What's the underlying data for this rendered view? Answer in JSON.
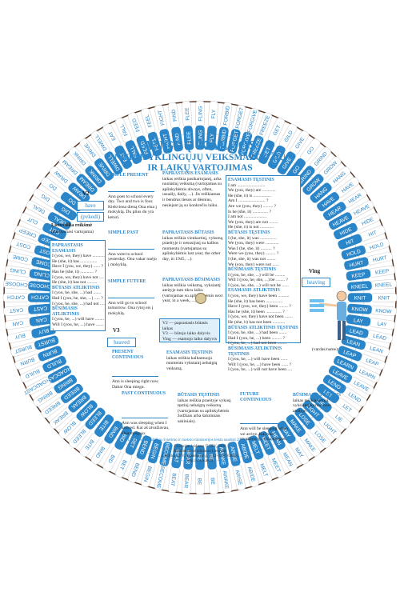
{
  "title": {
    "main": "ANGLŲ KALBOS",
    "line2": "NETAISYKLINGŲJŲ VEIKSMAŽODŽIŲ",
    "line3": "IR LAIKŲ VARTOJIMAS"
  },
  "wheel": {
    "colors": {
      "tab": "#2a86c9",
      "tab_text": "#ffffff",
      "outer": "#ffffff",
      "outer_text": "#2a86c9",
      "rim": "#5a3a2a"
    },
    "outer_words": [
      "BE",
      "BEAR",
      "BEAT",
      "BECOME",
      "BEGIN",
      "BEND",
      "BET",
      "BID",
      "BIND",
      "BITE",
      "BLEED",
      "BLOW",
      "BREAK",
      "BREED",
      "BRING",
      "BROADCAST",
      "BUILD",
      "BURN",
      "BURST",
      "BUY",
      "CAN",
      "CAST",
      "CATCH",
      "CHOOSE",
      "CLING",
      "COME",
      "COST",
      "CREEP",
      "CUT",
      "DEAL",
      "DIG",
      "DO",
      "DRAW",
      "DREAM",
      "DRINK",
      "DRIVE",
      "DWELL",
      "EAT",
      "FALL",
      "FEED",
      "FEEL",
      "FIGHT",
      "FIND",
      "FLEE",
      "FLING",
      "FLY",
      "FORBID",
      "FORGET",
      "FORGIVE",
      "FREEZE",
      "GET",
      "GILD",
      "GIVE",
      "GO",
      "GRIND",
      "GROW",
      "HANG",
      "HAVE",
      "HEAR",
      "HEAVE",
      "HIDE",
      "HIT",
      "HOLD",
      "HURT",
      "KEEP",
      "KNEEL",
      "KNIT",
      "KNOW",
      "LAY",
      "LEAD",
      "LEAN",
      "LEAP",
      "LEARN",
      "LEAVE",
      "LEND",
      "LET",
      "LIE",
      "LIGHT",
      "LOSE",
      "MAKE",
      "MAY",
      "MEAN",
      "MEET",
      "MELT",
      "ABIDE",
      "ARISE",
      "AWAKE",
      "BE"
    ],
    "inner_words": [
      "BE",
      "BEAR",
      "BEAT",
      "BECOME",
      "BEGIN",
      "BEND",
      "BET",
      "BID",
      "BIND",
      "BITE",
      "BLEED",
      "BLOW",
      "BREAK",
      "BREED",
      "BRING",
      "BROADCAST",
      "BUILD",
      "BURN",
      "BURST",
      "BUY",
      "CAN",
      "CAST",
      "CATCH",
      "CHOOSE",
      "CLING",
      "COME",
      "COST",
      "CREEP",
      "CUT",
      "DEAL",
      "DIG",
      "DO",
      "DRAW",
      "DREAM",
      "DRINK",
      "DRIVE",
      "DWELL",
      "EAT",
      "FALL",
      "FEED",
      "FEEL",
      "FIGHT",
      "FIND",
      "FLEE",
      "FLING",
      "FLY",
      "FORBID",
      "FORGET",
      "FORGIVE",
      "FREEZE",
      "GET",
      "GILD",
      "GIVE",
      "GO",
      "GRIND",
      "GROW",
      "HANG",
      "HAVE",
      "HEAR",
      "HEAVE",
      "HIDE",
      "HIT",
      "HOLD",
      "HURT",
      "KEEP",
      "KNEEL",
      "KNIT",
      "KNOW",
      "LAY",
      "LEAD",
      "LEAN",
      "LEAP",
      "LEARN",
      "LEAVE",
      "LEND",
      "LET",
      "LIE",
      "LIGHT",
      "LOSE",
      "MAKE",
      "MAY",
      "MEAN",
      "MEET",
      "MELT",
      "ABIDE",
      "ARISE",
      "AWAKE",
      "BE"
    ]
  },
  "windows": {
    "v2_label": "V2",
    "v2_word": "have",
    "v3_label": "V3",
    "v3_word": "heaved",
    "ving_label": "Ving",
    "ving_word": "heaving",
    "v2_sub": "(pvkodi)",
    "v3_sub": "(vardas/name)"
  },
  "left_panel": {
    "title": "Lietuviška reikšmė",
    "subtitle": "(dabinamasi vartojama)",
    "s1_head": "PAPRASTASIS ESAMASIS",
    "s1_lines": [
      "I (you, we, they) have ...........",
      "He (she, it) has ...............",
      "Have I (you, we, they) ...... ?",
      "Has he (she, it) ............ ?",
      "I (you, we, they) have not ....",
      "He (she, it) has not ........."
    ],
    "s2_head": "BŪTASIS ATLIKTINIS",
    "s2_lines": [
      "I (you, he, she, ...) had .......",
      "Had I (you, he, she, ...) ..... ?",
      "I (you, he, she, ...) had not ...."
    ],
    "s3_head": "BŪSIMASIS ATLIKTINIS",
    "s3_lines": [
      "I (you, he, ...) will have ........",
      "Will I (you, he, ...) have ....... ?"
    ]
  },
  "center_blocks": {
    "simple_present": {
      "head": "SIMPLE PRESENT",
      "text": "Ann goes to school every day. Two and two is four. Kiekviena dieną Ona eina į mokyklą. Du plius du yra keturi."
    },
    "simple_past": {
      "head": "SIMPLE PAST",
      "text": "Ann went to school yesterday. Ona vakar nuėjo į mokyklą."
    },
    "simple_future": {
      "head": "SIMPLE FUTURE",
      "text": "Ann will go to school tomorrow. Ona rytoj eis į mokyklą."
    },
    "present_continuous": {
      "head": "PRESENT CONTINUOUS",
      "text": "Ann is sleeping right now. Dabar Ona miega."
    },
    "past_continuous": {
      "head": "PAST CONTINUOUS",
      "text": "Ann was sleeping when I arrived. Kai aš atvažiavau, Ona miegojo."
    },
    "future_continuous": {
      "head": "FUTURE CONTINUOUS",
      "text": "Ann will be sleeping when we arrive. Kai mes atvažiuosim, Ona miegos."
    }
  },
  "explain_blocks": {
    "pe": {
      "head": "PAPRASTASIS ESAMASIS",
      "text": "laikas reiškia pasikartojantį, arba nuolatinį veiksmą (vartojamas su aplinkybėmis always, often, usually, daily, ...). Jis reiškiamas ir bendrus tiesos ar dėsnius, nesiejant jų su konkrečiu laiku."
    },
    "pb": {
      "head": "PAPRASTASIS BŪTASIS",
      "text": "laikas reiškia vienkartinį, vyksmą praeityje ir nesusijusį su kalbos momentu (vartojamas su aplinkybėmis last year, the other day, in 1945, ...)."
    },
    "pbu": {
      "head": "PAPRASTASIS BŪSIMASIS",
      "text": "laikas reiškia veiksmą, vyksiantį ateityje tam tikru laiku (vartojamas su aplinkybėmis next year, in a week, ...)."
    },
    "et": {
      "head": "ESAMASIS TĘSTINIS",
      "text": "laikas reiškia kalbamuoju momentu vykstantį nebaigtą veiksmą."
    },
    "bt": {
      "head": "BŪTASIS TĘSTINIS",
      "text": "laikas reiškia praeityje vykusį tęstinį nebaigtą veiksmą (vartojamas su aplinkybėmis žodžiais arba šalutiniais sakiniais)."
    },
    "bust": {
      "head": "BŪSIMASIS TĘSTINIS",
      "text": "laikas reiškia tęstinį, vyksiantį kuriuo nors ateityje."
    }
  },
  "legend": {
    "l1": "V2 — paprastasis būtasis laikas",
    "l2": "V3 — būtojo laiko dalyvis",
    "l3": "Ving — esamojo laiko dalyvis"
  },
  "right_panel": {
    "h1": "ESAMASIS TĘSTINIS",
    "r1": [
      "I am .........................",
      "We (you, they) are ............",
      "He (she, it) is ................",
      "Am I ........................ ?",
      "Are we (you, they) ......... ?",
      "Is he (she, it) .............. ?",
      "I am not ....................",
      "We (you, they) are not ........",
      "He (she, it) is not ............"
    ],
    "h2": "BŪTASIS TĘSTINIS",
    "r2": [
      "I (he, she, it) was ...............",
      "We (you, they) were ............",
      "Was I (he, she, it) .......... ?",
      "Were we (you, they) ......... ?",
      "I (he, she, it) was not ........",
      "We (you, they) were not ......"
    ],
    "h3": "BŪSIMASIS TĘSTINIS",
    "r3": [
      "I (you, he, she, ...) will be .........",
      "Will I (you, he, she, ...) be ........ ?",
      "I (you, he, she, ...) will not be ......"
    ],
    "h4": "ESAMASIS ATLIKTINIS",
    "r4": [
      "I (you, we, they) have been ..........",
      "He (she, it) has been ...............",
      "Have I (you, we, they) been ........ ?",
      "Has he (she, it) been .............. ?",
      "I (you, we, they) have not been .......",
      "He (she, it) has not been ..........."
    ],
    "h5": "BŪTASIS ATLIKTINIS TĘSTINIS",
    "r5": [
      "I (you, he, she, ...) had been .......",
      "Had I (you, he, ...) been ......... ?",
      "I (you, he, ...) had not been ........"
    ],
    "h6": "BŪSIMASIS ATLIKTINIS TĘSTINIS",
    "r6": [
      "I (you, he, ...) will have been ......",
      "Will I (you, he, ...) have been ...... ?",
      "I (you, he, ...) will not have been ...."
    ]
  },
  "footer": {
    "approval": "Lietuvos Respublikos švietimo ir mokslo ministerijos leista naudoti 2000 01 24 įsak. Nr. 9",
    "credits": [
      "Licencijos leidimas © TEV, 2000",
      "Išleidimo teisė priklauso Lietuvoje",
      "Leidykla TEV, Akademijos g. 4, LT-2600 Vilnius",
      "http://www.tev.lt"
    ]
  }
}
